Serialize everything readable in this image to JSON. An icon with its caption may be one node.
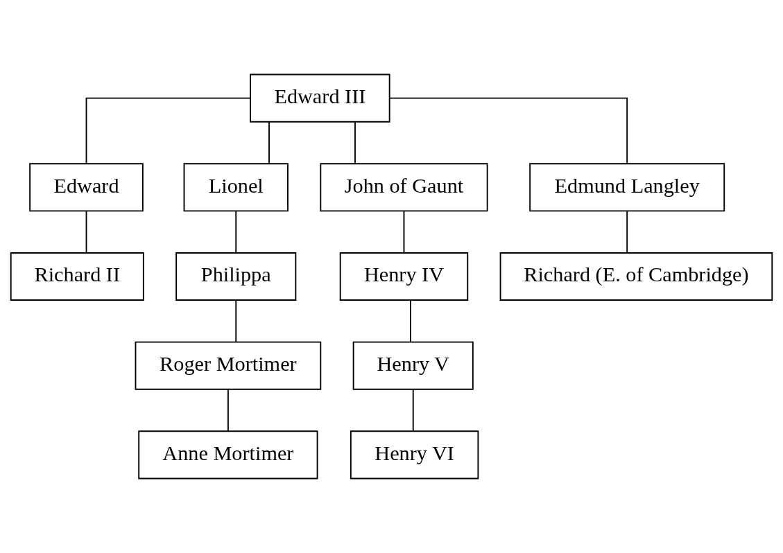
{
  "diagram": {
    "nodes": [
      {
        "text": [
          "Edward III"
        ]
      },
      {
        "text": [
          "Edward"
        ]
      },
      {
        "text": [
          "Lionel"
        ]
      },
      {
        "text": [
          "John of Gaunt"
        ]
      },
      {
        "text": [
          "Edmund Langley"
        ]
      },
      {
        "text": [
          "Richard II"
        ]
      },
      {
        "text": [
          "Philippa"
        ]
      },
      {
        "text": [
          "Roger Mortimer"
        ]
      },
      {
        "text": [
          "Anne Mortimer"
        ]
      },
      {
        "text": [
          "Henry IV"
        ]
      },
      {
        "text": [
          "Henry V"
        ]
      },
      {
        "text": [
          "Henry VI"
        ]
      },
      {
        "text": [
          "Richard (E. of Cambridge)"
        ]
      }
    ],
    "edges": [
      {
        "from": 0,
        "to": 1,
        "arrow": "none"
      },
      {
        "from": 0,
        "to": 2,
        "arrow": "none"
      },
      {
        "from": 0,
        "to": 3,
        "arrow": "none"
      },
      {
        "from": 0,
        "to": 4,
        "arrow": "none"
      },
      {
        "from": 1,
        "to": 5,
        "arrow": "none"
      },
      {
        "from": 2,
        "to": 6,
        "arrow": "none"
      },
      {
        "from": 6,
        "to": 7,
        "arrow": "none"
      },
      {
        "from": 7,
        "to": 8,
        "arrow": "none"
      },
      {
        "from": 3,
        "to": 9,
        "arrow": "none"
      },
      {
        "from": 9,
        "to": 10,
        "arrow": "none"
      },
      {
        "from": 10,
        "to": 11,
        "arrow": "none"
      },
      {
        "from": 4,
        "to": 12,
        "arrow": "none"
      }
    ]
  }
}
